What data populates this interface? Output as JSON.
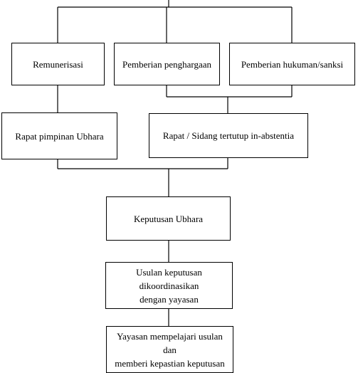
{
  "colors": {
    "line": "#000000",
    "box_fill": "#ffffff",
    "background": "#ffffff"
  },
  "nodes": {
    "remunerisasi": "Remunerisasi",
    "pemberian_penghargaan": "Pemberian penghargaan",
    "pemberian_hukuman": "Pemberian hukuman/sanksi",
    "rapat_pimpinan": "Rapat pimpinan Ubhara",
    "rapat_sidang": "Rapat / Sidang tertutup in-abstentia",
    "keputusan": "Keputusan Ubhara",
    "usulan_line1": "Usulan keputusan dikoordinasikan",
    "usulan_line2": "dengan yayasan",
    "yayasan_line1": "Yayasan mempelajari usulan dan",
    "yayasan_line2": "memberi kepastian keputusan"
  }
}
